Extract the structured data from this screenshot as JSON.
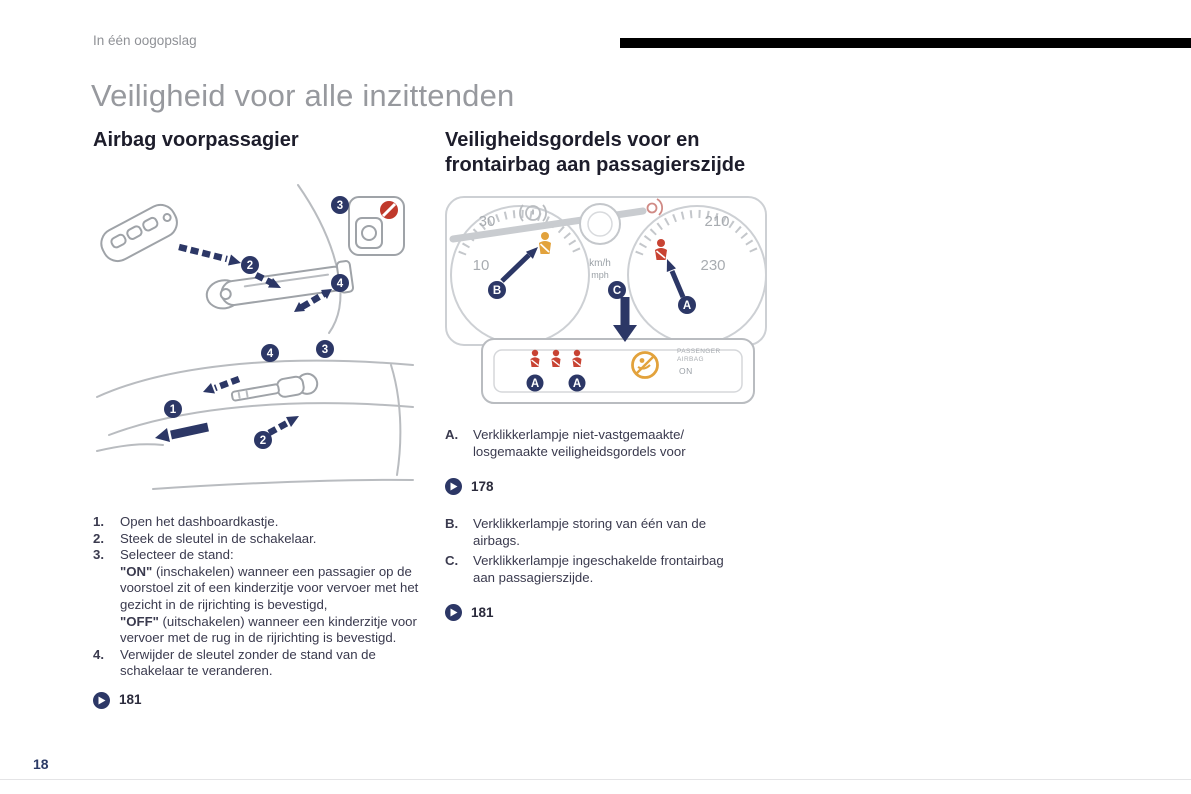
{
  "page": {
    "section_label": "In één oogopslag",
    "title": "Veiligheid voor alle inzittenden",
    "page_number": "18"
  },
  "left": {
    "heading": "Airbag voorpassagier",
    "steps": [
      {
        "num": "1.",
        "text": "Open het dashboardkastje."
      },
      {
        "num": "2.",
        "text": "Steek de sleutel in de schakelaar."
      },
      {
        "num": "3.",
        "text": "Selecteer de stand:"
      },
      {
        "num": "4.",
        "text": "Verwijder de sleutel zonder de stand van de schakelaar te veranderen."
      }
    ],
    "step3": {
      "on_label": "\"ON\"",
      "on_text": " (inschakelen) wanneer een passagier op de voorstoel zit of een kinderzitje voor vervoer met het gezicht in de rijrichting is bevestigd,",
      "off_label": "\"OFF\"",
      "off_text": " (uitschakelen) wanneer een kinderzitje voor vervoer met de rug in de rijrichting is bevestigd."
    },
    "ref": "181"
  },
  "right": {
    "heading": "Veiligheidsgordels voor en frontairbag aan passagierszijde",
    "items": [
      {
        "letter": "A.",
        "text": "Verklikkerlampje niet-vastgemaakte/ losgemaakte veiligheidsgordels voor"
      },
      {
        "letter": "B.",
        "text": "Verklikkerlampje storing van één van de airbags."
      },
      {
        "letter": "C.",
        "text": "Verklikkerlampje ingeschakelde frontairbag aan passagierszijde."
      }
    ],
    "ref_a": "178",
    "ref_bc": "181"
  },
  "callouts": {
    "c1": "1",
    "c2": "2",
    "c3": "3",
    "c4": "4"
  },
  "cluster": {
    "n30": "30",
    "n10": "10",
    "n210": "210",
    "n230": "230",
    "kmh": "km/h",
    "mph": "mph",
    "passenger": "PASSENGER",
    "airbag": "AIRBAG",
    "on": "ON",
    "la": "A",
    "lb": "B",
    "lc": "C"
  },
  "colors": {
    "accent_navy": "#2c3766",
    "warning_red": "#c0392b",
    "warning_orange": "#e2a23c"
  }
}
